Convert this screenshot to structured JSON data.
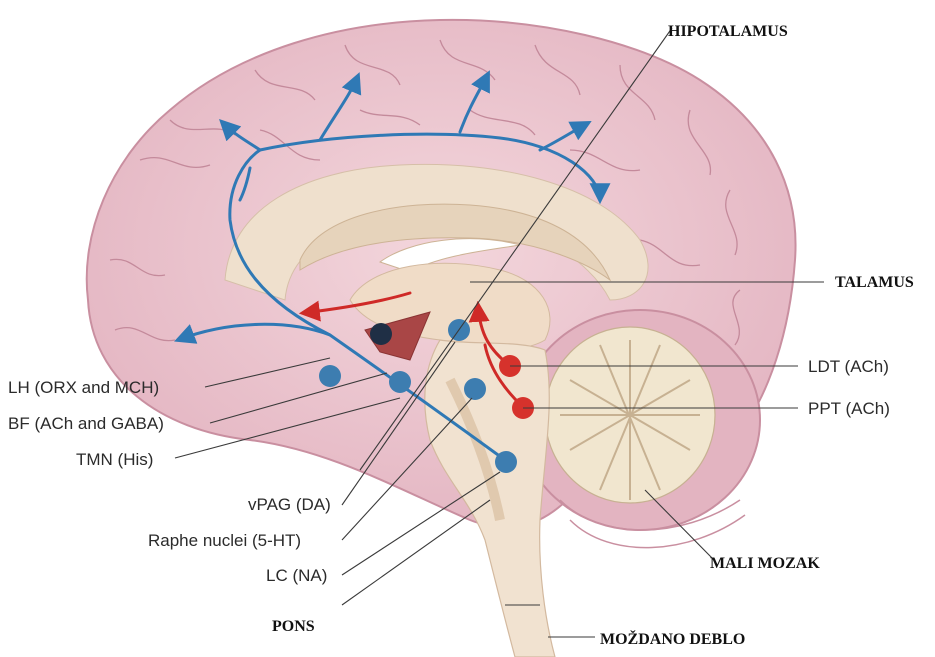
{
  "regions": {
    "hipotalamus": "HIPOTALAMUS",
    "talamus": "TALAMUS",
    "mali_mozak": "MALI MOZAK",
    "pons": "PONS",
    "mozdano_deblo": "MOŽDANO DEBLO"
  },
  "nuclei": {
    "lh": "LH (ORX and MCH)",
    "bf": "BF (ACh and GABA)",
    "tmn": "TMN (His)",
    "vpag": "vPAG (DA)",
    "raphe": "Raphe nuclei (5-HT)",
    "lc": "LC (NA)",
    "ldt": "LDT (ACh)",
    "ppt": "PPT (ACh)"
  },
  "colors": {
    "cortex": "#eac3cd",
    "cortex_edge": "#c98fa0",
    "gyrus_line": "#c48a9b",
    "inner": "#efe0cd",
    "brainstem": "#f1e2d0",
    "hypothalamus": "#a94646",
    "blue_pathway": "#2f79b5",
    "red_pathway": "#cf2a27",
    "blue_node": "#3d7db0",
    "red_node": "#d6322c"
  }
}
